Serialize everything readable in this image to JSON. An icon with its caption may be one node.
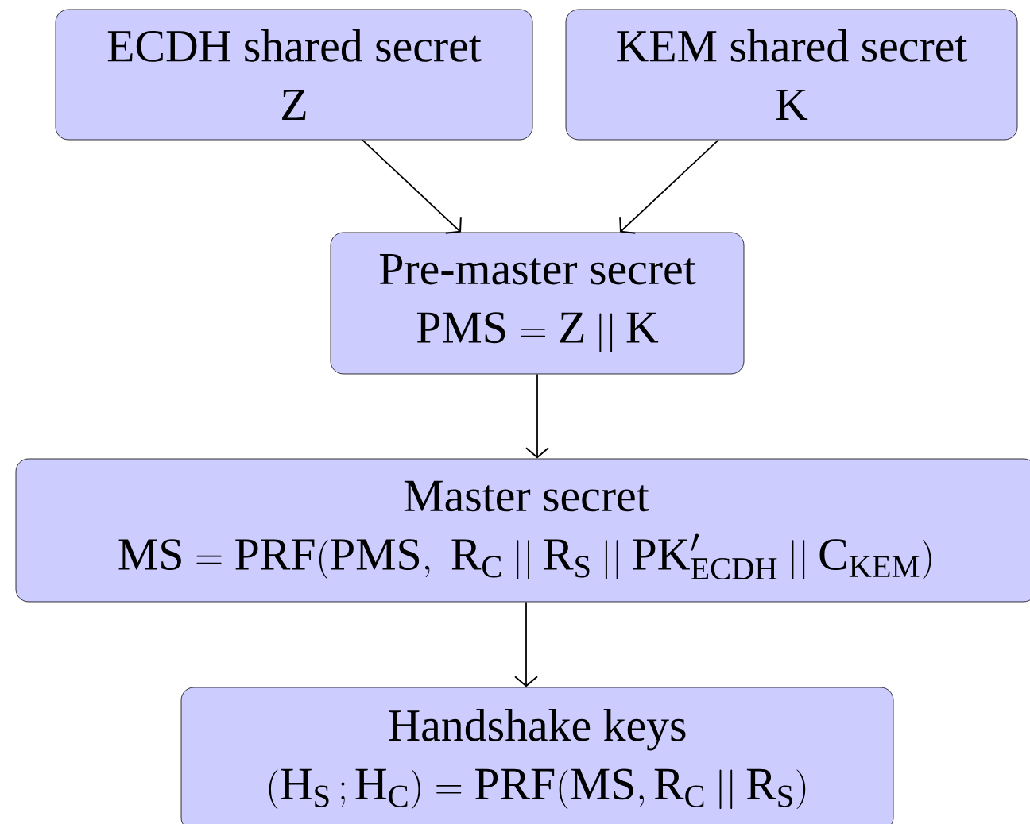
{
  "diagram": {
    "nodes": [
      {
        "text": [
          "ECDH shared secret",
          "Z"
        ]
      },
      {
        "text": [
          "KEM shared secret",
          "K"
        ]
      },
      {
        "text": [
          "Pre-master secret",
          "\\mathrm{PMS} = \\mathrm{Z} \\mathbin{||} \\mathrm{K}"
        ]
      },
      {
        "text": [
          "Master secret",
          "\\mathrm{MS} = \\mathrm{PRF}(\\mathrm{PMS},\\ \\mathrm{R_C} \\mathbin{||} \\mathrm{R_S} \\mathbin{||} \\mathrm{PK}'_{\\mathrm{ECDH}} \\mathbin{||} \\mathrm{C_{KEM}})"
        ]
      },
      {
        "text": [
          "Handshake keys",
          "(\\mathrm{H_S}\\,;\\mathrm{H_C}) = \\mathrm{PRF}(\\mathrm{MS}, \\mathrm{R_C} \\mathbin{||} \\mathrm{R_S})"
        ]
      }
    ],
    "edges": [
      {
        "from": 0,
        "to": 2,
        "arrow": "to"
      },
      {
        "from": 1,
        "to": 2,
        "arrow": "to"
      },
      {
        "from": 2,
        "to": 3,
        "arrow": "to"
      },
      {
        "from": 3,
        "to": 4,
        "arrow": "to"
      }
    ]
  }
}
